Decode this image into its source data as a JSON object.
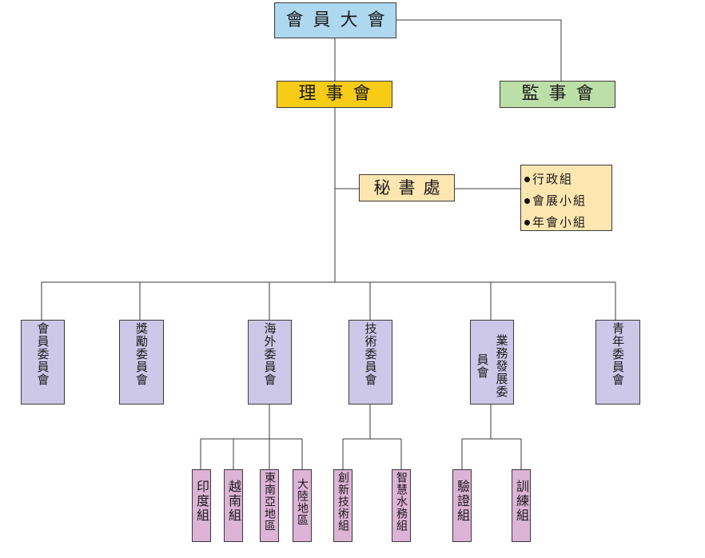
{
  "org": {
    "general_assembly": "會員大會",
    "board_of_directors": "理事會",
    "board_of_supervisors": "監事會",
    "secretariat": "秘書處",
    "secretariat_groups": [
      {
        "label": "行政組"
      },
      {
        "label": "會展小組"
      },
      {
        "label": "年會小組"
      }
    ],
    "committees": {
      "membership": "會員委員會",
      "awards": "獎勵委員會",
      "overseas": "海外委員會",
      "technical": "技術委員會",
      "business_development": "業務發展委員會",
      "youth": "青年委員會"
    },
    "overseas_groups": [
      "印度組",
      "越南組",
      "東南亞地區",
      "大陸地區"
    ],
    "technical_groups": [
      "創新技術組",
      "智慧水務組"
    ],
    "business_groups": [
      "驗證組",
      "訓練組"
    ]
  },
  "colors": {
    "assembly": "#aed8f0",
    "board": "#f6cc16",
    "supervisors": "#bcdfa8",
    "secretariat": "#fde6b0",
    "committee": "#cdc8e8",
    "group": "#ddb3d6",
    "line": "#3a3a3a"
  }
}
